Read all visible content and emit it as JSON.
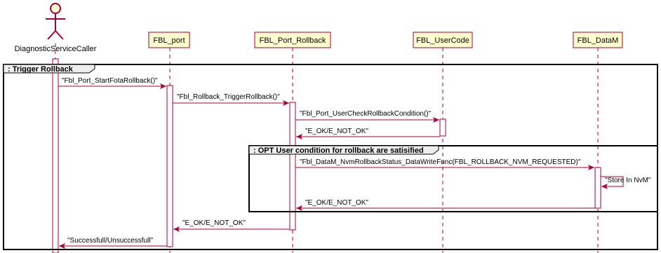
{
  "diagram": {
    "participants": [
      {
        "id": "dsc",
        "label": "DiagnosticServiceCaller",
        "kind": "actor"
      },
      {
        "id": "port",
        "label": "FBL_port",
        "kind": "box"
      },
      {
        "id": "rb",
        "label": "FBL_Port_Rollback",
        "kind": "box"
      },
      {
        "id": "uc",
        "label": "FBL_UserCode",
        "kind": "box"
      },
      {
        "id": "dm",
        "label": "FBL_DataM",
        "kind": "box"
      }
    ],
    "groups": [
      {
        "id": "trigger",
        "label": ": Trigger Rollback"
      },
      {
        "id": "opt",
        "label": ": OPT User condition for rollback are satisified"
      }
    ],
    "messages": [
      {
        "from": "dsc",
        "to": "port",
        "label": "\"Fbl_Port_StartFotaRollback()\""
      },
      {
        "from": "port",
        "to": "rb",
        "label": "\"Fbl_Rollback_TriggerRollback()\""
      },
      {
        "from": "rb",
        "to": "uc",
        "label": "\"Fbl_Port_UserCheckRollbackCondition()\""
      },
      {
        "from": "uc",
        "to": "rb",
        "label": "\"E_OK/E_NOT_OK\""
      },
      {
        "from": "rb",
        "to": "dm",
        "label": "\"Fbl_DataM_NvmRollbackStatus_DataWriteFunc(FBL_ROLLBACK_NVM_REQUESTED)\""
      },
      {
        "from": "dm",
        "to": "dm",
        "label": "\"Store In NvM\""
      },
      {
        "from": "dm",
        "to": "rb",
        "label": "\"E_OK/E_NOT_OK\""
      },
      {
        "from": "rb",
        "to": "port",
        "label": "\"E_OK/E_NOT_OK\""
      },
      {
        "from": "port",
        "to": "dsc",
        "label": "\"Successfull/Unsuccessfull\""
      }
    ]
  },
  "colors": {
    "line": "#a80036",
    "box_fill": "#fefece",
    "box_border": "#a80036",
    "group_border": "#000000",
    "group_label_fill": "#eeeeee",
    "text": "#000000"
  }
}
